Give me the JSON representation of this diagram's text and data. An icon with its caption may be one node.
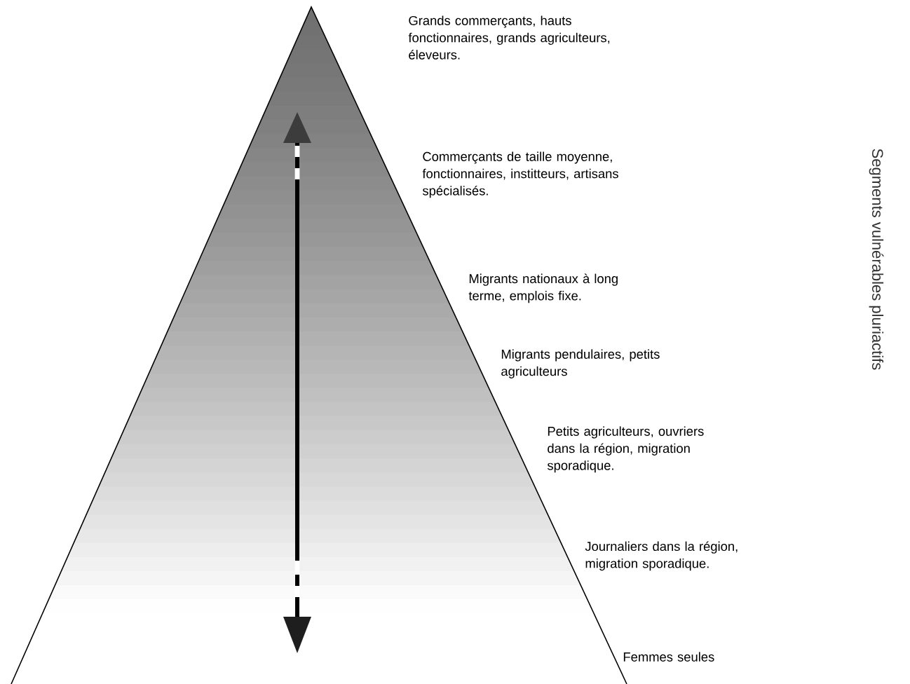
{
  "diagram": {
    "labels": [
      "Grands commerçants, hauts fonctionnaires, grands agriculteurs, éleveurs.",
      "Commerçants de taille moyenne, fonctionnaires, institteurs, artisans spécialisés.",
      "Migrants nationaux à long terme, emplois fixe.",
      "Migrants pendulaires, petits agriculteurs",
      "Petits agriculteurs, ouvriers dans la région, migration sporadique.",
      "Journaliers dans la région, migration sporadique.",
      "Femmes seules",
      "Segments vulnérables pluriactifs"
    ]
  }
}
